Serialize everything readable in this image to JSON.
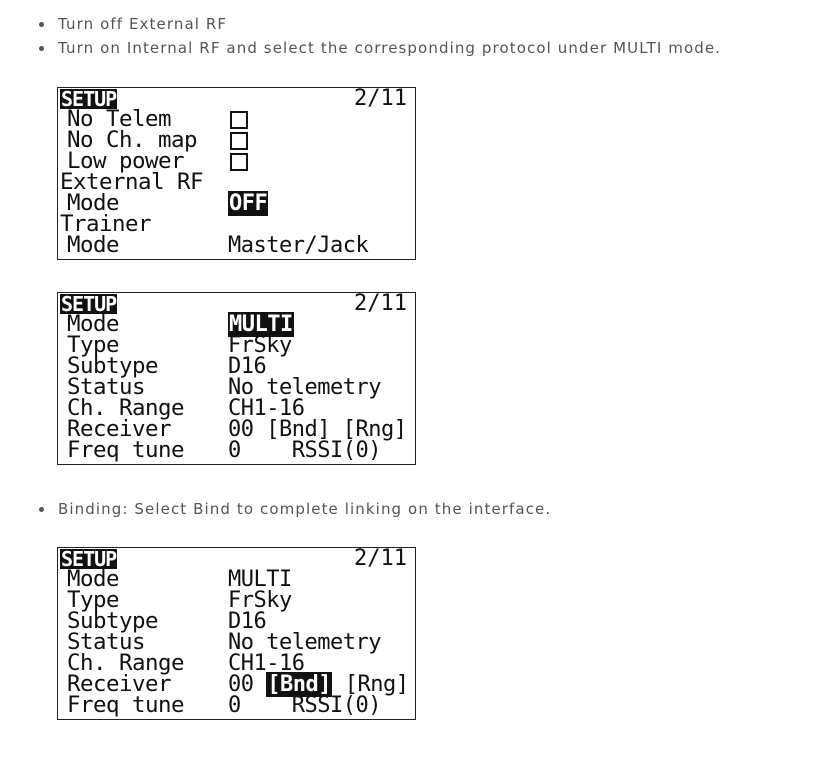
{
  "instructions_top": [
    "Turn off External RF",
    "Turn on Internal RF and select the corresponding protocol under MULTI mode."
  ],
  "screen1": {
    "title": "SETUP",
    "page": "2/11",
    "rows": [
      {
        "label": "No Telem",
        "value": "",
        "type": "checkbox",
        "checked": false
      },
      {
        "label": "No Ch. map",
        "value": "",
        "type": "checkbox",
        "checked": false
      },
      {
        "label": "Low power",
        "value": "",
        "type": "checkbox",
        "checked": false
      },
      {
        "label": "External RF",
        "value": "",
        "type": "header"
      },
      {
        "label": "Mode",
        "value": "OFF",
        "type": "highlighted"
      },
      {
        "label": "Trainer",
        "value": "",
        "type": "header"
      },
      {
        "label": "Mode",
        "value": "Master/Jack",
        "type": "text"
      }
    ]
  },
  "screen2": {
    "title": "SETUP",
    "page": "2/11",
    "rows": [
      {
        "label": "Mode",
        "value": "MULTI",
        "type": "highlighted"
      },
      {
        "label": "Type",
        "value": "FrSky",
        "type": "text"
      },
      {
        "label": "Subtype",
        "value": "D16",
        "type": "text"
      },
      {
        "label": "Status",
        "value": "No telemetry",
        "type": "text"
      },
      {
        "label": "Ch. Range",
        "value": "CH1-16",
        "type": "text"
      },
      {
        "label": "Receiver",
        "value_prefix": "00 ",
        "bind": "[Bnd]",
        "range": " [Rng]",
        "type": "receiver"
      },
      {
        "label": "Freq tune",
        "value": "0    RSSI(0)",
        "type": "text"
      }
    ]
  },
  "instructions_middle": [
    "Binding: Select Bind to complete linking on the interface."
  ],
  "screen3": {
    "title": "SETUP",
    "page": "2/11",
    "rows": [
      {
        "label": "Mode",
        "value": "MULTI",
        "type": "text"
      },
      {
        "label": "Type",
        "value": "FrSky",
        "type": "text"
      },
      {
        "label": "Subtype",
        "value": "D16",
        "type": "text"
      },
      {
        "label": "Status",
        "value": "No telemetry",
        "type": "text"
      },
      {
        "label": "Ch. Range",
        "value": "CH1-16",
        "type": "text"
      },
      {
        "label": "Receiver",
        "value_prefix": "00 ",
        "bind": "[Bnd]",
        "range": " [Rng]",
        "type": "receiver",
        "bind_highlighted": true
      },
      {
        "label": "Freq tune",
        "value": "0    RSSI(0)",
        "type": "text"
      }
    ]
  }
}
